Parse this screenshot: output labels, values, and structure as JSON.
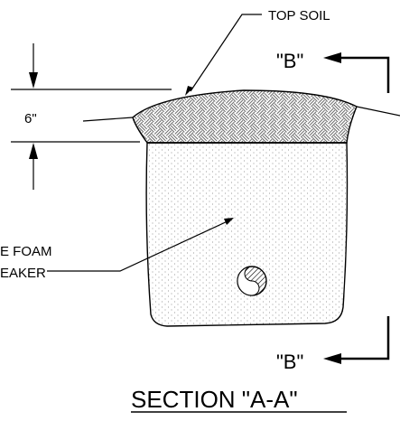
{
  "labels": {
    "top_soil": "TOP SOIL",
    "depth": "6\"",
    "foam_line1": "E FOAM",
    "foam_line2": "EAKER",
    "section_ref_top": "\"B\"",
    "section_ref_bottom": "\"B\"",
    "section_title": "SECTION \"A-A\""
  }
}
